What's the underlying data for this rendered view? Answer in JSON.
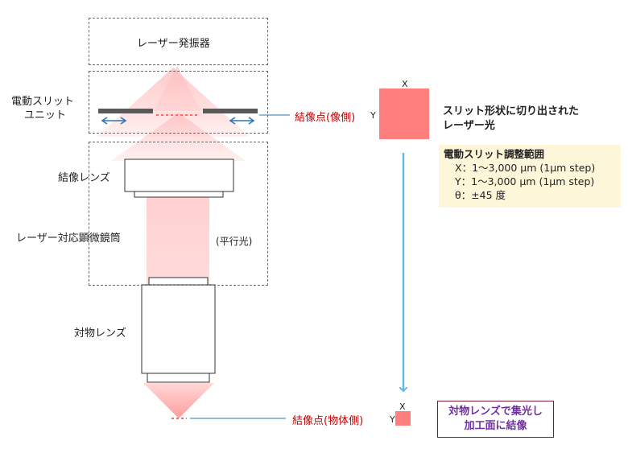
{
  "laser_oscillator": "レーザー発振器",
  "slit_unit": {
    "line1": "電動スリット",
    "line2": "ユニット"
  },
  "image_point_image_side": "結像点(像側)",
  "imaging_lens": "結像レンズ",
  "microscope": "レーザー対応顕微鏡筒",
  "parallel_light": "(平行光)",
  "objective_lens": "対物レンズ",
  "image_point_object_side": "結像点(物体側)",
  "slit_shape_text": {
    "line1": "スリット形状に切り出された",
    "line2": "レーザー光"
  },
  "axis_x": "X",
  "axis_y": "Y",
  "adjust_range": {
    "title": "電動スリット調整範囲",
    "x": "X：1～3,000 µm (1µm step)",
    "y": "Y：1～3,000 µm (1µm step)",
    "theta": "θ：±45 度"
  },
  "focus_box": {
    "line1": "対物レンズで集光し",
    "line2": "加工面に結像"
  },
  "colors": {
    "laser": "#ff7f7f",
    "arrow": "#63b9ea",
    "slit_arrow": "#2e75b6",
    "label_red": "#c00000"
  }
}
